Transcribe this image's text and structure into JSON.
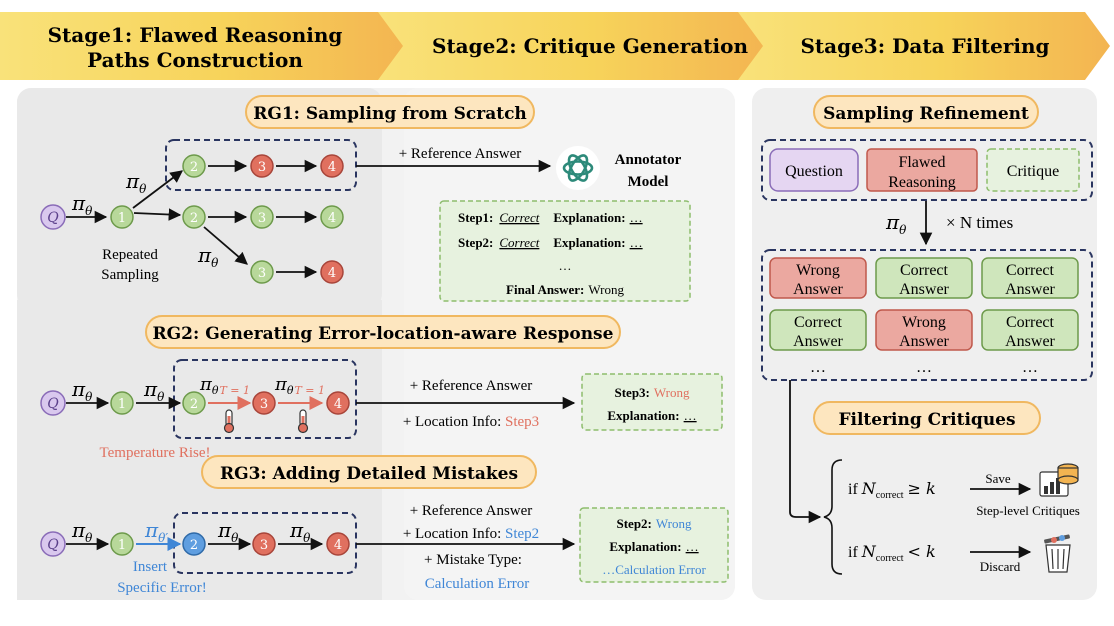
{
  "header": {
    "stage1_line1": "Stage1: Flawed Reasoning",
    "stage1_line2": "Paths Construction",
    "stage2": "Stage2: Critique Generation",
    "stage3": "Stage3: Data Filtering"
  },
  "rg1": {
    "title": "RG1: Sampling from Scratch",
    "repeated_line1": "Repeated",
    "repeated_line2": "Sampling",
    "ref_answer": "+ Reference Answer",
    "annotator_line1": "Annotator",
    "annotator_line2": "Model",
    "step1_label": "Step1:",
    "step1_value": "Correct",
    "step2_label": "Step2:",
    "step2_value": "Correct",
    "explanation": "Explanation:",
    "ellipsis": "…",
    "vdots": "…",
    "final_label": "Final Answer:",
    "final_value": "Wrong"
  },
  "rg2": {
    "title": "RG2: Generating Error-location-aware Response",
    "temp_note": "Temperature Rise!",
    "ref_answer": "+ Reference Answer",
    "loc_info": "+ Location Info: ",
    "loc_step": "Step3",
    "step_label": "Step3:",
    "step_value": "Wrong",
    "explanation": "Explanation:",
    "ellipsis": "…",
    "temp_param": "T = 1"
  },
  "rg3": {
    "title": "RG3: Adding Detailed Mistakes",
    "insert_line1": "Insert",
    "insert_line2": "Specific Error!",
    "ref_answer": "+ Reference Answer",
    "loc_info": "+ Location Info: ",
    "loc_step": "Step2",
    "mistake_type": "+ Mistake Type:",
    "mistake_value": "Calculation Error",
    "step_label": "Step2:",
    "step_value": "Wrong",
    "explanation": "Explanation:",
    "ellipsis": "…",
    "calc_error": "…Calculation Error"
  },
  "nodes": {
    "q": "Q",
    "n1": "1",
    "n2": "2",
    "n3": "3",
    "n4": "4"
  },
  "policy": {
    "pi": "π",
    "theta": "θ",
    "theta_prime": "θ′"
  },
  "stage3": {
    "sampling_title": "Sampling Refinement",
    "question": "Question",
    "flawed_line1": "Flawed",
    "flawed_line2": "Reasoning",
    "critique": "Critique",
    "times": "× N  times",
    "wrong_line1": "Wrong",
    "correct_line1": "Correct",
    "answer_line2": "Answer",
    "ellipsis": "…",
    "filtering_title": "Filtering Critiques",
    "cond1_prefix": "if ",
    "n_symbol": "N",
    "n_sub": "correct",
    "cond1_op": "≥ k",
    "cond2_op": "< k",
    "save": "Save",
    "step_level": "Step-level Critiques",
    "discard": "Discard"
  },
  "colors": {
    "banner": "#f6d55c",
    "panel": "#f3f3f3",
    "node_green": "#b8d89a",
    "node_red": "#e0705f",
    "node_blue": "#5f9ee0",
    "node_purple": "#d9c8ee",
    "accent_red": "#e0705f",
    "accent_blue": "#3f86d6",
    "title_pill": "#fde6bf",
    "green_box": "#e7f2df",
    "red_box": "#eba8a0",
    "purple_box": "#e5d6f2"
  }
}
